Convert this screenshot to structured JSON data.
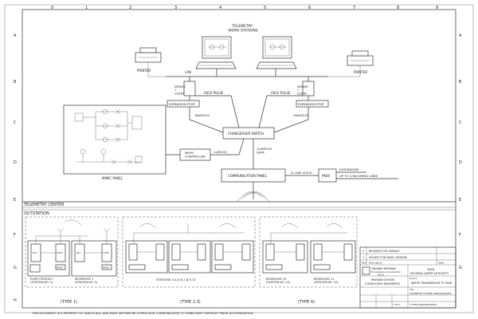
{
  "grid": {
    "columns": [
      "0",
      "1",
      "2",
      "3",
      "4",
      "5",
      "6",
      "7",
      "8",
      "9"
    ],
    "rows": [
      "A",
      "B",
      "C",
      "D",
      "E",
      "F",
      "G",
      "H"
    ]
  },
  "telemetry_center": {
    "label": "TELEMETRY CENTER",
    "workstations_label": "TELEMETRY\nWORK STATIONS",
    "printer_left": "PRINTER",
    "printer_right": "PRINTER",
    "lan": "LAN",
    "server_left": "SERVER\n+\nCLIENT",
    "server_right": "SERVER\n+\nCLIENT",
    "ascii_left": "ASCII PULSE",
    "ascii_right": "ASCII PULSE",
    "exp_port_left": "EXPANSION PORT",
    "exp_port_right": "EXPANSION PORT",
    "rs232_left": "16xRS232",
    "rs232_right": "16xRS232",
    "changeover": "CHANGEOVER SWITCH",
    "mimic_controller": "MIMIC\nCONTROLLER",
    "rs232_mimic": "1xRS232",
    "rs232_data": "12xRS232\nDATA",
    "comm_panel": "COMMUNICATION PANEL",
    "line_voice": "12 LINE VOICE",
    "pabx": "PABX",
    "extensions": "EXTENSIONS",
    "incoming": "UP TO 4 INCOMING LINES",
    "mimic_panel": "MIMIC PANEL"
  },
  "outstation": {
    "label": "OUTSTATION",
    "type1": "(TYPE 1)",
    "type23": "(TYPE 2,3)",
    "type4": "(TYPE 4)",
    "pump_station": "PUMP STATION 1\n(STATION NO. 1)",
    "reservoir1": "RESERVOIR 1\n(STATION NO. 2)",
    "stations": "STATIONS 3,4,5,6,7,8,9,10",
    "reservoir10": "RESERVOIR 10\n(STATION NO. 11)",
    "reservoir11": "RESERVOIR 11\n(STATION NO. 12)",
    "plc": "PLC",
    "com": "COM",
    "radio": "RADIO"
  },
  "title_block": {
    "rev2": "2",
    "rev2_desc": "REVISED FOR ASBUILT",
    "rev1": "1",
    "rev1_desc": "ISSUED FOR BASIC DESIGN",
    "rev_col": "Rev",
    "desc_col": "Description",
    "date_col": "Date",
    "company": "TAVANIR KERMAN",
    "company_sub": "Transmission & Construction",
    "company_sub2": "SA.CO.",
    "client_line1": "YAZD",
    "client_line2": "REGIONAL WATER AUTHORITY",
    "consultant": "MAHAB GHODS",
    "consultant_sub": "CONSULTING ENGINEERS",
    "project_label": "Project",
    "project": "WATER TRANSMISSION TO YAZD",
    "title_label": "Title",
    "title": "TELEMETRY SYSTEM CONFIGURATION",
    "sheet": "1 OF 1",
    "drawing_no": "YY/TPS/1/IN/DN/S/0001"
  },
  "footer": "THIS DOCUMENT IS A PROPERTY OF YAZD R.W.A. AND MUST NEITHER BE COPIED NOR COMMUNICATED TO THIRD PARTY WITHOUT PRIOR AUTHORIZATION"
}
